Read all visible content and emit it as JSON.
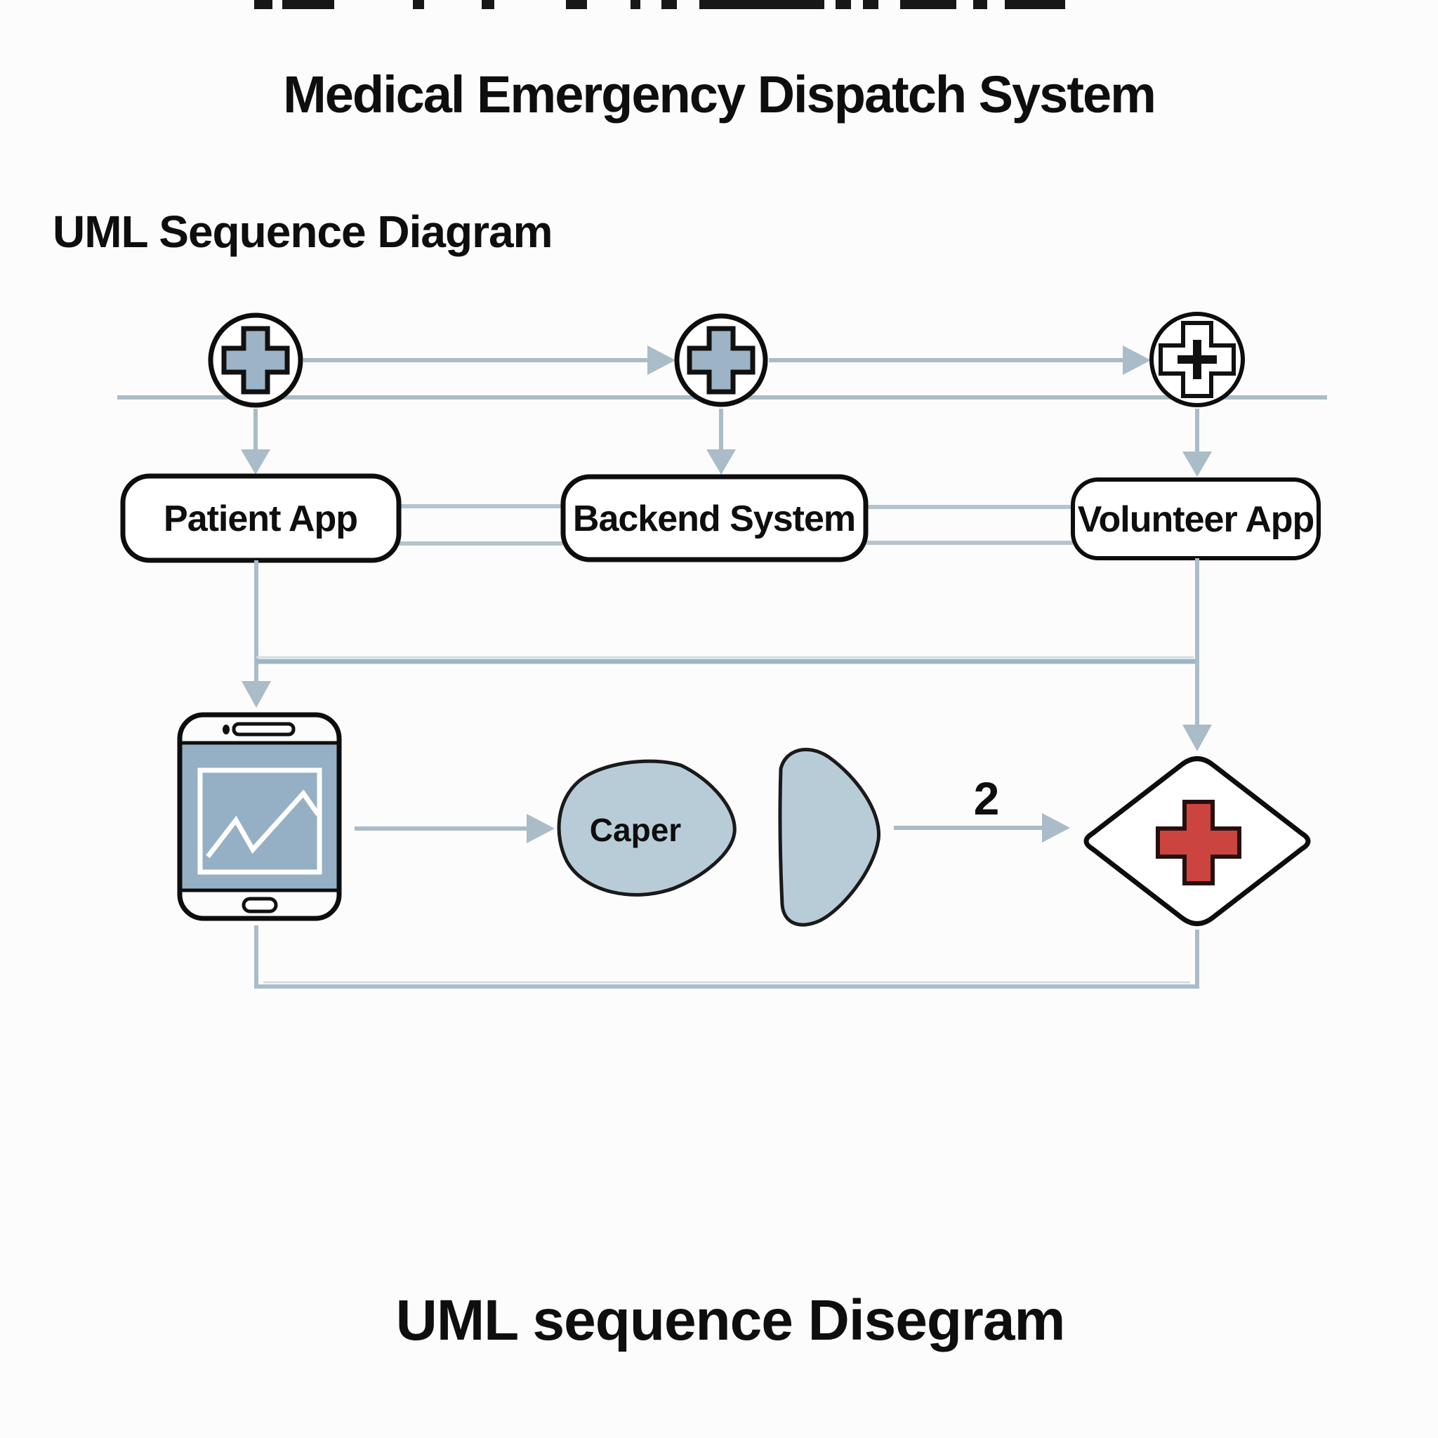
{
  "header": {
    "title": "Medical Emergency Dispatch System",
    "subtitle": "UML Sequence Diagram"
  },
  "footer": {
    "caption": "UML sequence Disegram"
  },
  "diagram": {
    "nodes": [
      {
        "id": "patient",
        "label": "Patient App"
      },
      {
        "id": "backend",
        "label": "Backend System"
      },
      {
        "id": "volunteer",
        "label": "Volunteer App"
      }
    ],
    "labels": {
      "caper_blob": "Caper",
      "arrow_count": "2"
    }
  },
  "colors": {
    "steel_cross": "#9db4c6",
    "phone_screen": "#95b0c4",
    "blob_fill": "#b8ccd8",
    "line_gray": "#a9bcc7",
    "connector_gray": "#b3c4cf",
    "red_cross": "#cc4440",
    "outline_black": "#0d0d0d",
    "fragment_dark": "#171717"
  }
}
